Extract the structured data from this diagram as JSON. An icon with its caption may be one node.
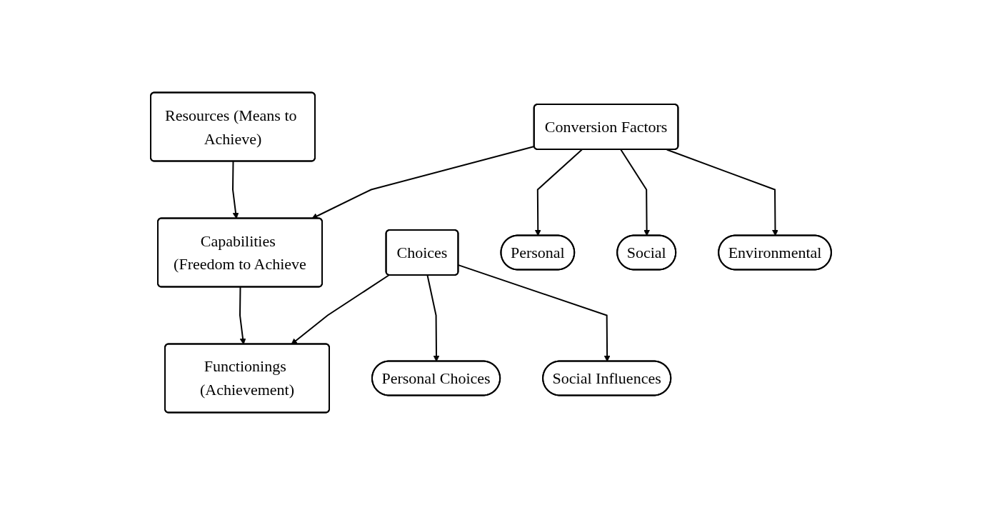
{
  "diagram": {
    "nodes": [
      {
        "text": [
          "Conversion Factors"
        ]
      },
      {
        "text": [
          "Choices"
        ]
      },
      {
        "text": [
          "Resources (Means to Achieve)"
        ]
      },
      {
        "text": [
          "Capabilities (Freedom to Achieve"
        ]
      },
      {
        "text": [
          "Functionings (Achievement)"
        ]
      },
      {
        "text": [
          "Personal"
        ]
      },
      {
        "text": [
          "Social"
        ]
      },
      {
        "text": [
          "Environmental"
        ]
      },
      {
        "text": [
          "Personal Choices"
        ]
      },
      {
        "text": [
          "Social Influences"
        ]
      }
    ],
    "edges": [
      {
        "from": 2,
        "to": 3,
        "arrow": "to"
      },
      {
        "from": 0,
        "to": 3,
        "arrow": "to"
      },
      {
        "from": 0,
        "to": 5,
        "arrow": "to"
      },
      {
        "from": 0,
        "to": 7,
        "arrow": "to"
      },
      {
        "from": 0,
        "to": 6,
        "arrow": "to"
      },
      {
        "from": 3,
        "to": 4,
        "arrow": "to"
      },
      {
        "from": 1,
        "to": 4,
        "arrow": "to"
      },
      {
        "from": 1,
        "to": 8,
        "arrow": "to"
      },
      {
        "from": 1,
        "to": 9,
        "arrow": "to"
      }
    ]
  }
}
